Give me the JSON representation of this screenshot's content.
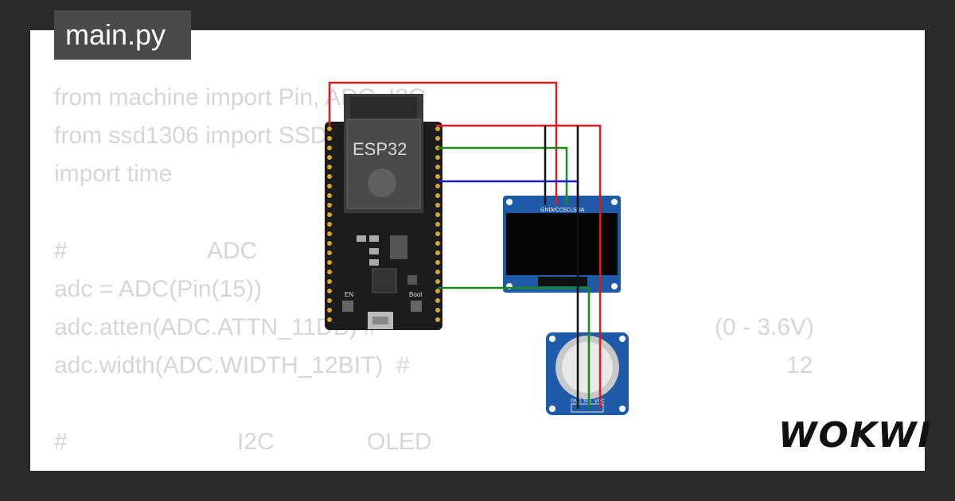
{
  "tab": {
    "filename": "main.py"
  },
  "code_lines": [
    "from machine import Pin, ADC, I2C",
    "from ssd1306 import SSD1306_I2C",
    "import time",
    "",
    "#",
    "adc = ADC(Pin(15))",
    "adc.atten(ADC.ATTN_11DB) #",
    "adc.width(ADC.WIDTH_12BIT)  #",
    "",
    "#"
  ],
  "code_fragments": {
    "adc_comment": "ADC",
    "atten_range": "(0 - 3.6V)",
    "width_bits": "12",
    "i2c_comment": "I2C",
    "oled_comment": "OLED"
  },
  "esp32": {
    "label": "ESP32",
    "en_label": "EN",
    "boot_label": "Boot"
  },
  "oled": {
    "pins": [
      "GND",
      "VCC",
      "SCL",
      "SDA"
    ]
  },
  "pot": {
    "pins": [
      "GND",
      "SIG",
      "VCC"
    ]
  },
  "brand": {
    "logo": "WOKWI"
  },
  "colors": {
    "wire_red": "#e01b1b",
    "wire_green": "#1a8a1a",
    "wire_blue": "#1a1ad0",
    "wire_black": "#111111",
    "board": "#1c1c1c",
    "module_blue": "#1e5aa8"
  }
}
